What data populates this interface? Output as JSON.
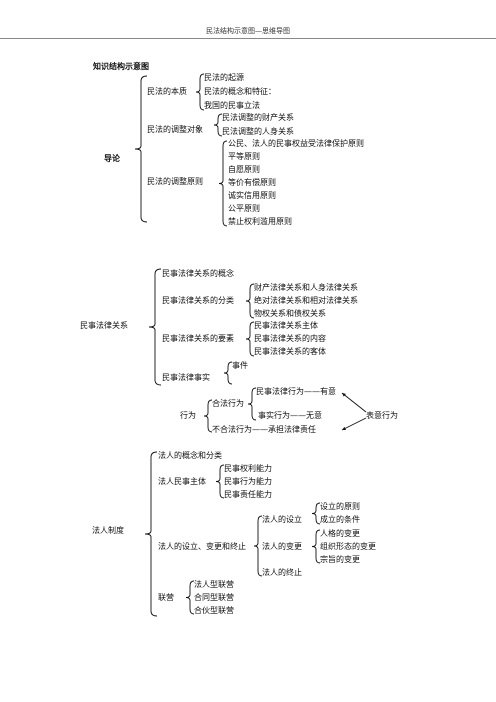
{
  "header": {
    "title": "民法结构示意图—思维导图"
  },
  "heading": "知识结构示意图",
  "section1": {
    "root": "导论",
    "groups": [
      {
        "label": "民法的本质",
        "items": [
          "民法的起源",
          "民法的概念和特征：",
          "我国的民事立法"
        ]
      },
      {
        "label": "民法的调整对象",
        "items": [
          "民法调整的财产关系",
          "民法调整的人身关系"
        ]
      },
      {
        "label": "民法的调整原则",
        "items": [
          "公民、法人的民事权益受法律保护原则",
          "平等原则",
          "自愿原则",
          "等价有偿原则",
          "诚实信用原则",
          "公平原则",
          "禁止权利滥用原则"
        ]
      }
    ]
  },
  "section2": {
    "root": "民事法律关系",
    "concept": "民事法律关系的概念",
    "classification": {
      "label": "民事法律关系的分类",
      "items": [
        "财产法律关系和人身法律关系",
        "绝对法律关系和相对法律关系",
        "物权关系和债权关系"
      ]
    },
    "elements": {
      "label": "民事法律关系的要素",
      "items": [
        "民事法律关系主体",
        "民事法律关系的内容",
        "民事法律关系的客体"
      ]
    },
    "facts": {
      "label": "民事法律事实",
      "event": "事件",
      "act": "行为",
      "lawful": "合法行为",
      "civil_act": "民事法律行为——有意",
      "factual_act": "事实行为——无意",
      "unlawful": "不合法行为——承担法律责任",
      "expressive": "表意行为"
    }
  },
  "section3": {
    "root": "法人制度",
    "concept": "法人的概念和分类",
    "subject": {
      "label": "法人民事主体",
      "items": [
        "民事权利能力",
        "民事行为能力",
        "民事责任能力"
      ]
    },
    "lifecycle": {
      "label": "法人的设立、变更和终止",
      "establish": {
        "label": "法人的设立",
        "items": [
          "设立的原则",
          "成立的条件"
        ]
      },
      "change": {
        "label": "法人的变更",
        "items": [
          "人格的变更",
          "组织形态的变更",
          "宗旨的变更"
        ]
      },
      "termination": "法人的终止"
    },
    "association": {
      "label": "联营",
      "items": [
        "法人型联营",
        "合同型联营",
        "合伙型联营"
      ]
    }
  }
}
